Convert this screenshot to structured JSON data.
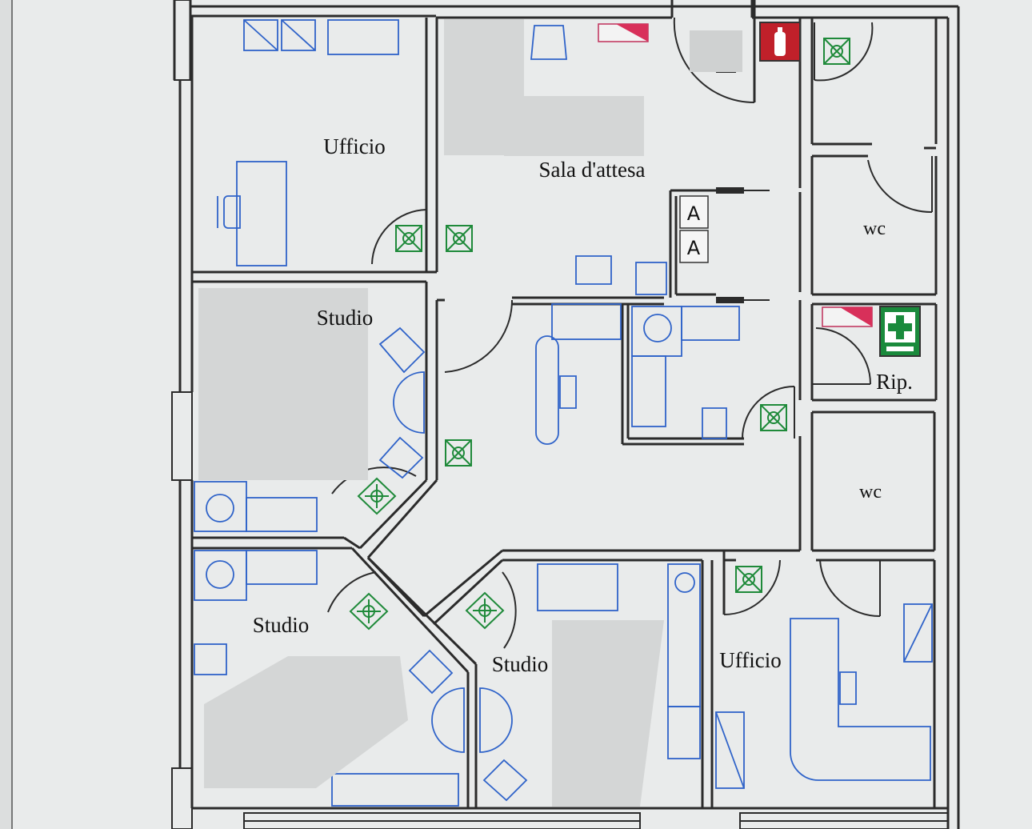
{
  "rooms": {
    "ufficio_top": "Ufficio",
    "sala_attesa": "Sala d'attesa",
    "wc_top": "wc",
    "studio_mid": "Studio",
    "rip": "Rip.",
    "wc_mid": "wc",
    "studio_bl": "Studio",
    "studio_bc": "Studio",
    "ufficio_br": "Ufficio"
  },
  "signs": {
    "restroom_letter_1": "A",
    "restroom_letter_2": "A"
  },
  "colors": {
    "walls": "#2b2b2b",
    "furniture": "#2f63c9",
    "emergency_lights": "#1f8a3a",
    "fire_extinguisher": "#c0202a",
    "first_aid": "#1a8a3c",
    "signal_red": "#d8305a",
    "board_background": "#e9ebeb"
  },
  "icons": [
    "fire-extinguisher-icon",
    "first-aid-icon",
    "emergency-light-icon",
    "signal-bar-icon"
  ]
}
